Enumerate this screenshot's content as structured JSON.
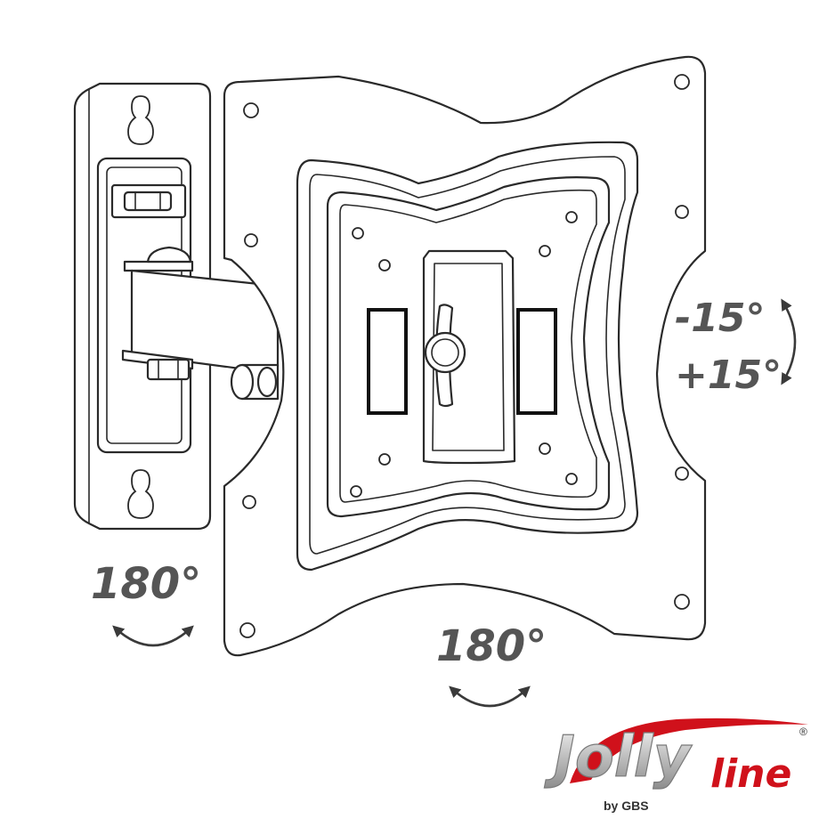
{
  "labels": {
    "tilt_top": "-15°",
    "tilt_bottom": "+15°",
    "swivel_arm": "180°",
    "swivel_plate": "180°"
  },
  "logo": {
    "wordmark_jolly": "Jolly",
    "wordmark_line": "line",
    "byline": "by GBS",
    "registered": "®",
    "colors": {
      "red": "#d0111b",
      "silver": "#bdbdbd",
      "dark": "#333333"
    }
  },
  "colors": {
    "line": "#2a2a2a",
    "label": "#555555",
    "background": "#ffffff"
  }
}
